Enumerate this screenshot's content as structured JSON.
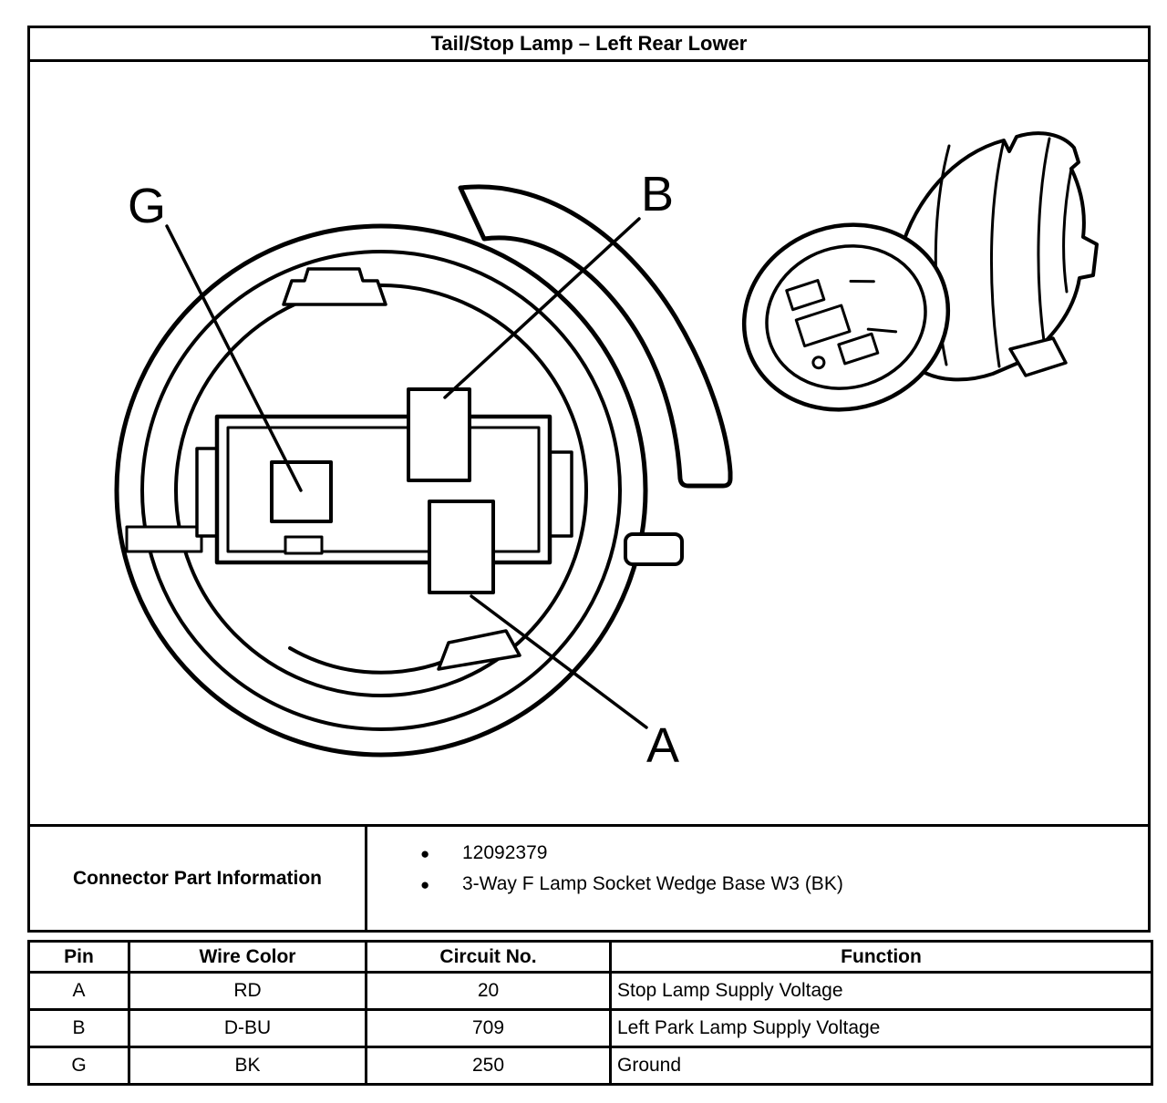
{
  "title": "Tail/Stop Lamp – Left Rear Lower",
  "bullet_icon": "●",
  "diagram": {
    "pin_labels": {
      "g": "G",
      "b": "B",
      "a": "A"
    }
  },
  "connector_info": {
    "label": "Connector Part Information",
    "items": [
      "12092379",
      "3-Way F Lamp Socket Wedge Base W3 (BK)"
    ]
  },
  "pin_table": {
    "headers": [
      "Pin",
      "Wire Color",
      "Circuit No.",
      "Function"
    ],
    "rows": [
      {
        "pin": "A",
        "wire_color": "RD",
        "circuit_no": "20",
        "function": "Stop Lamp Supply Voltage"
      },
      {
        "pin": "B",
        "wire_color": "D-BU",
        "circuit_no": "709",
        "function": "Left Park Lamp Supply Voltage"
      },
      {
        "pin": "G",
        "wire_color": "BK",
        "circuit_no": "250",
        "function": "Ground"
      }
    ]
  },
  "colors": {
    "line": "#000000",
    "background": "#ffffff"
  }
}
